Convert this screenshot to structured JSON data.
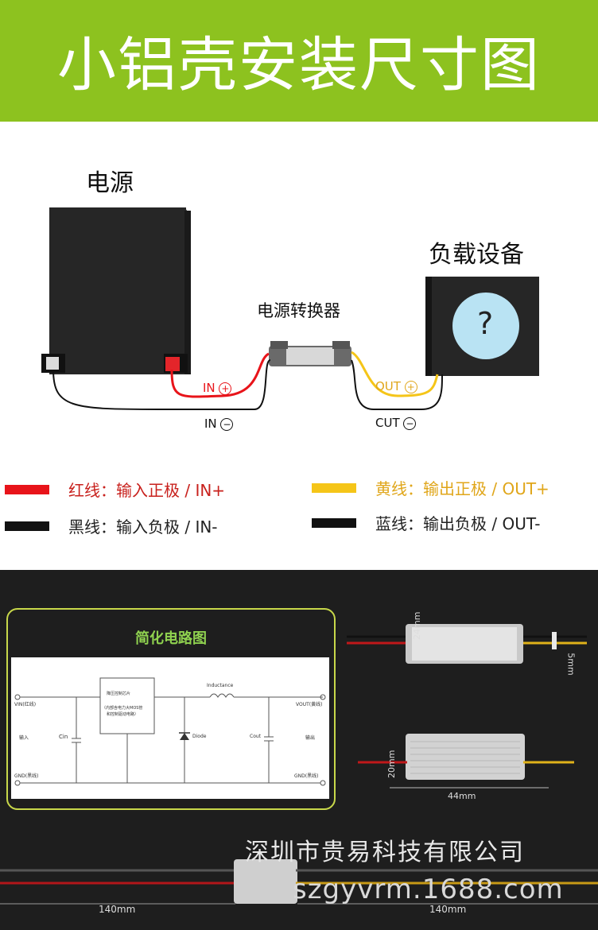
{
  "banner": {
    "title": "小铝壳安装尺寸图",
    "color": "#8dc21f"
  },
  "wiring": {
    "power_label": "电源",
    "load_label": "负载设备",
    "converter_label": "电源转换器",
    "load_symbol": "?",
    "in_plus": "IN",
    "in_minus": "IN",
    "out_plus": "OUT",
    "out_minus": "CUT",
    "plus_symbol": "+",
    "minus_symbol": "−"
  },
  "legend": [
    {
      "color": "#e8141a",
      "prefix": "红线：",
      "text": "输入正极 / IN+",
      "prefix_color": "#c8211d",
      "text_color": "#c8211d"
    },
    {
      "color": "#f5c518",
      "prefix": "黄线：",
      "text": "输出正极 / OUT+",
      "prefix_color": "#e0a61a",
      "text_color": "#e0a61a"
    },
    {
      "color": "#111111",
      "prefix": "黑线：",
      "text": "输入负极 / IN-",
      "prefix_color": "#222222",
      "text_color": "#222222"
    },
    {
      "color": "#111111",
      "prefix": "蓝线：",
      "text": "输出负极 / OUT-",
      "prefix_color": "#222222",
      "text_color": "#222222"
    }
  ],
  "circuit": {
    "title": "简化电路图",
    "vin": "VIN(红线)",
    "gnd_left": "GND(黑线)",
    "input": "输入",
    "cin": "Cin",
    "ic_line1": "降压控制芯片",
    "ic_line2": "（内部含电力大MOS管",
    "ic_line3": "和控制驱动电路）",
    "inductance": "Inductance",
    "diode": "Diode",
    "cout": "Cout",
    "vout": "VOUT(黄线)",
    "output": "输出",
    "gnd_right": "GND(黑线)"
  },
  "dimensions": {
    "height_24": "24mm",
    "thick_5": "5mm",
    "height_20": "20mm",
    "length_44": "44mm",
    "wire_left": "140mm",
    "wire_right": "140mm"
  },
  "company": "深圳市贵易科技有限公司",
  "website": "szgyvrm.1688.com"
}
